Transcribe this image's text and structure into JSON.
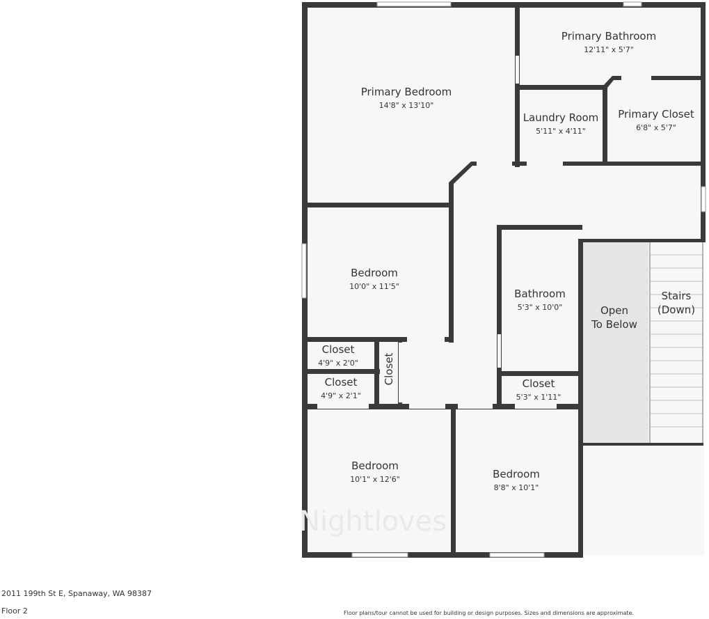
{
  "rooms": {
    "primary_bathroom": {
      "name": "Primary Bathroom",
      "dims": "12'11\" x 5'7\""
    },
    "primary_bedroom": {
      "name": "Primary Bedroom",
      "dims": "14'8\" x 13'10\""
    },
    "laundry_room": {
      "name": "Laundry Room",
      "dims": "5'11\" x 4'11\""
    },
    "primary_closet": {
      "name": "Primary Closet",
      "dims": "6'8\" x 5'7\""
    },
    "bedroom_mid": {
      "name": "Bedroom",
      "dims": "10'0\" x 11'5\""
    },
    "bathroom": {
      "name": "Bathroom",
      "dims": "5'3\" x 10'0\""
    },
    "open_below": {
      "line1": "Open",
      "line2": "To Below"
    },
    "stairs": {
      "line1": "Stairs",
      "line2": "(Down)"
    },
    "closet_1": {
      "name": "Closet",
      "dims": "4'9\" x 2'0\""
    },
    "closet_2": {
      "name": "Closet",
      "dims": "4'9\" x 2'1\""
    },
    "closet_vertical": {
      "name": "Closet"
    },
    "closet_bath": {
      "name": "Closet",
      "dims": "5'3\" x 1'11\""
    },
    "bedroom_bl": {
      "name": "Bedroom",
      "dims": "10'1\" x 12'6\""
    },
    "bedroom_br": {
      "name": "Bedroom",
      "dims": "8'8\" x 10'1\""
    }
  },
  "footer": {
    "address": "2011 199th St E, Spanaway, WA 98387",
    "floor": "Floor 2",
    "disclaimer": "Floor plans/tour cannot be used for building or design purposes. Sizes and dimensions are approximate."
  },
  "colors": {
    "wall": "#3a3a3a",
    "floor": "#f7f7f7",
    "open_below": "#e5e5e5",
    "window": "#ffffff"
  }
}
